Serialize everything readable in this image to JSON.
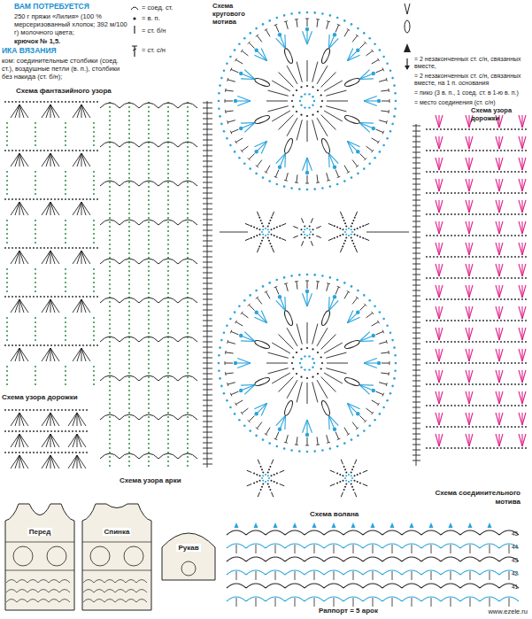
{
  "diagram": {
    "nodes": [
      {
        "text": [
          "Перед"
        ]
      },
      {
        "text": [
          "Спинка"
        ]
      },
      {
        "text": [
          "Рукав"
        ]
      }
    ],
    "labels": [
      "ВАМ ПОТРЕБУЕТСЯ",
      "250 г пряжи «Лилия» (100 % мерсеризованный хлопок; 392 м/100 г) молочного цвета;",
      "крючок № 1,5.",
      "ИКА ВЯЗАНИЯ",
      "ком: соединительные столбики (соед. ст.), воздушные петли (в. п.), столбики без накида (ст. б/н);",
      "Схема фантазийного узора",
      "Схема кругового мотива",
      "Схема узора дорожки",
      "Схема узора дорожки",
      "Схема узора арки",
      "Схема соединительного мотива",
      "Схема волана",
      "Раппорт = 5 арок",
      "45",
      "44",
      "43",
      "42",
      "41",
      "www.ezele.ru"
    ],
    "legend": [
      {
        "text": "= соед. ст."
      },
      {
        "text": "= в. п."
      },
      {
        "text": "= ст. б/н"
      },
      {
        "text": "= ст. с/н"
      },
      {
        "text": "= 2 незаконченных ст. с/н, связанных вместе,"
      },
      {
        "text": "= 2 незаконченных ст. с/н, связанных вместе, на 1 п. основания"
      },
      {
        "text": "= пико (3 в. п., 1 соед. ст. в 1-ю в. п.)"
      },
      {
        "text": "= место соединения (ст. с/н)"
      }
    ]
  }
}
